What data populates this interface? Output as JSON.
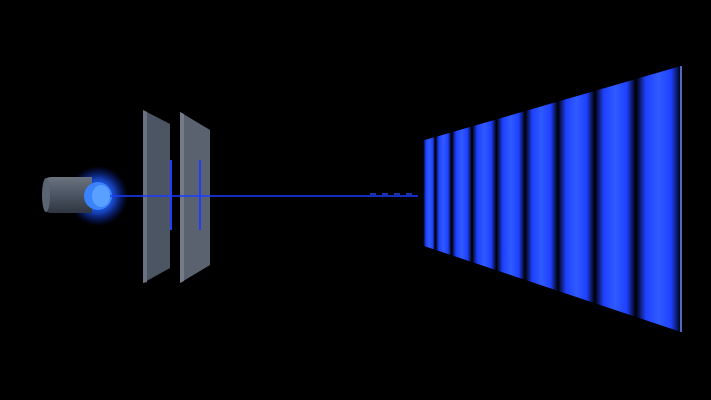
{
  "scene": {
    "background": "#000000",
    "colors": {
      "beam": "#1a3cff",
      "source_body": "#4b5563",
      "source_glow": "#1f5bff",
      "source_core": "#3b82ff",
      "slit_panel": "#4b5563",
      "slit_panel_edge": "#6b7280",
      "fringe_bright": "#1e40ff",
      "fringe_dark": "#000000",
      "screen_edge": "#6b8cff"
    },
    "elements": {
      "source": "light-source",
      "barrier": "double-slit-barrier",
      "beam": "light-beam",
      "screen": "interference-screen"
    },
    "fringe_count": 9
  }
}
